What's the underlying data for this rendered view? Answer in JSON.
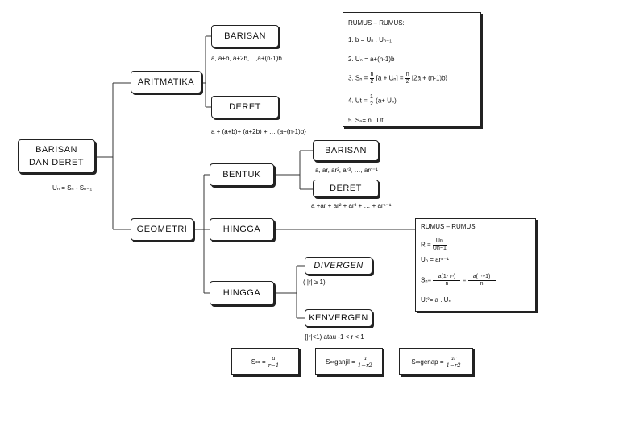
{
  "root": {
    "label": "BARISAN DAN DERET",
    "formula": "Uₙ = Sₙ - Sₙ₋₁"
  },
  "aritmatika": {
    "label": "ARITMATIKA",
    "barisan": {
      "label": "BARISAN",
      "formula": "a, a+b, a+2b,…,a+(n-1)b"
    },
    "deret": {
      "label": "DERET",
      "formula": "a + (a+b)+ (a+2b) + … (a+(n-1)b}"
    },
    "rumus": {
      "title": "RUMUS – RUMUS:",
      "r1": "1. b = Uₙ . Uₙ₋₁",
      "r2": "2. Uₙ = a+(n-1)b",
      "r3_pre": "3. Sₙ =",
      "r3_n": "n",
      "r3_d": "2",
      "r3_mid": "[a + Uₙ] =",
      "r3_end": "[2a + (n-1)b}",
      "r4_pre": "4. Ut =",
      "r4_n": "1",
      "r4_d": "2",
      "r4_end": "(a+ Uₙ)",
      "r5": "5. Sₙ= n . Ut"
    }
  },
  "geometri": {
    "label": "GEOMETRI",
    "bentuk": {
      "label": "BENTUK",
      "barisan": {
        "label": "BARISAN",
        "formula": "a, ar, ar², ar³, …, arⁿ⁻¹"
      },
      "deret": {
        "label": "DERET",
        "formula": "a +ar + ar² + ar³ + … + arⁿ⁻¹"
      }
    },
    "hingga1": {
      "label": "HINGGA"
    },
    "hingga2": {
      "label": "HINGGA",
      "divergen": {
        "label": "DIVERGEN",
        "cond": "( |r| ≥ 1)"
      },
      "konvergen": {
        "label": "KENVERGEN",
        "cond": "{|r|<1) atau -1 < r < 1"
      }
    },
    "rumus": {
      "title": "RUMUS – RUMUS:",
      "r_pre": "R =",
      "r_num": "Un",
      "r_den": "Un−1",
      "un": "Uₙ = arⁿ⁻¹",
      "sn_pre": "Sₙ=",
      "sn_n1": "a(1- rⁿ)",
      "sn_eq": "=",
      "sn_n2": "a( rⁿ-1)",
      "sn_d": "n",
      "ut": "Ut²= a . Uₙ"
    },
    "sum": {
      "inf_pre": "S∞ =",
      "inf_num": "a",
      "inf_den": "r−1",
      "ganjil_pre": "S∞ganjil =",
      "ganjil_num": "a",
      "ganjil_den": "1−r2",
      "genap_pre": "S∞genap =",
      "genap_num": "ar",
      "genap_den": "1−r2"
    }
  }
}
